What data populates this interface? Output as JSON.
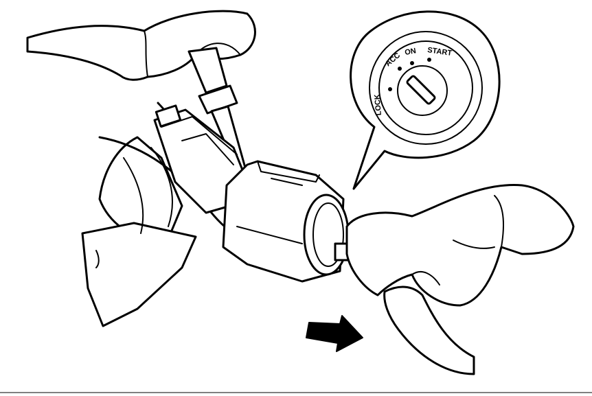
{
  "callout": {
    "positions": [
      "LOCK",
      "ACC",
      "ON",
      "START"
    ]
  },
  "colors": {
    "ink": "#000000",
    "paper": "#ffffff"
  },
  "arrow_direction": "right"
}
